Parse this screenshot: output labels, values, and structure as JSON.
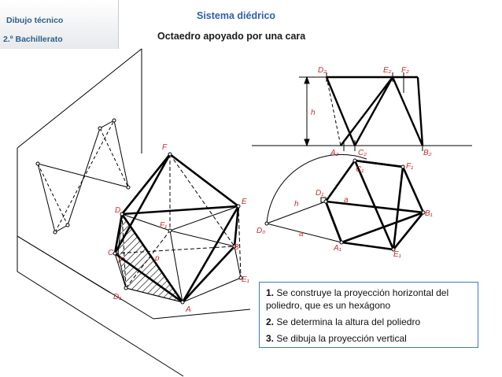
{
  "header": {
    "subject": "Dibujo técnico",
    "course": "2.º Bachillerato",
    "system": "Sistema diédrico",
    "title": "Octaedro apoyado por una cara"
  },
  "labels": {
    "D2": "D₂",
    "E2": "E₂",
    "F2": "F₂",
    "A2": "A₂",
    "C2": "C₂",
    "B2": "B₂",
    "h_v": "h",
    "C1": "C₁",
    "F1": "F₁",
    "D1": "D₁",
    "B1": "B₁",
    "A1": "A₁",
    "E1": "E₁",
    "D0": "D₀",
    "h_h": "h",
    "a1": "a",
    "a2": "a",
    "F": "F",
    "E": "E",
    "D": "D",
    "Fp": "F₁",
    "C": "C",
    "B": "B",
    "p": "p",
    "E1p": "E₁",
    "D1p": "D₁",
    "A": "A",
    "fp": "F"
  },
  "steps": [
    {
      "num": "1.",
      "text": "Se construye la proyección horizontal del poliedro, que es un hexágono"
    },
    {
      "num": "2.",
      "text": "Se determina la altura del poliedro"
    },
    {
      "num": "3.",
      "text": "Se dibuja la proyección vertical"
    }
  ],
  "colors": {
    "title_blue": "#2f5fa8",
    "header_blue": "#2d5e86",
    "label_red": "#cc2b2b",
    "box_border": "#3b79c9"
  }
}
